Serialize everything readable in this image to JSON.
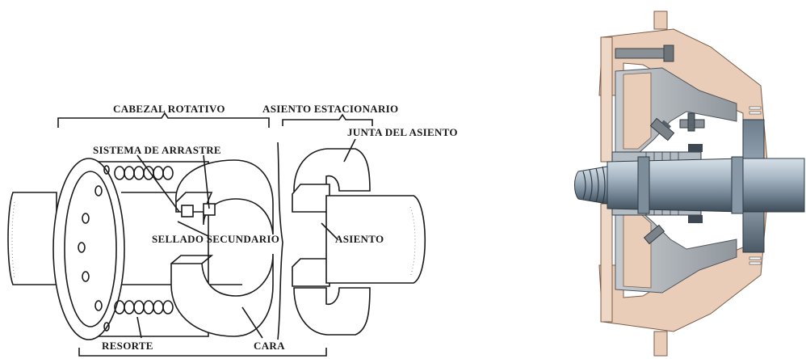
{
  "left_diagram": {
    "labels": {
      "rotating_head": "CABEZAL ROTATIVO",
      "stationary_seat": "ASIENTO ESTACIONARIO",
      "drive_system": "SISTEMA DE ARRASTRE",
      "seat_gasket": "JUNTA DEL ASIENTO",
      "secondary_seal": "SELLADO SECUNDARIO",
      "seat": "ASIENTO",
      "spring": "RESORTE",
      "face": "CARA"
    }
  },
  "colors": {
    "ink": "#1a1a1a",
    "casing": "#e9cdb8",
    "casing_dark": "#c9a58c",
    "shaft_light": "#b9c7d3",
    "shaft_mid": "#8d9eac",
    "shaft_dark": "#4d5d6b",
    "internal_grey": "#9aa0a5"
  }
}
